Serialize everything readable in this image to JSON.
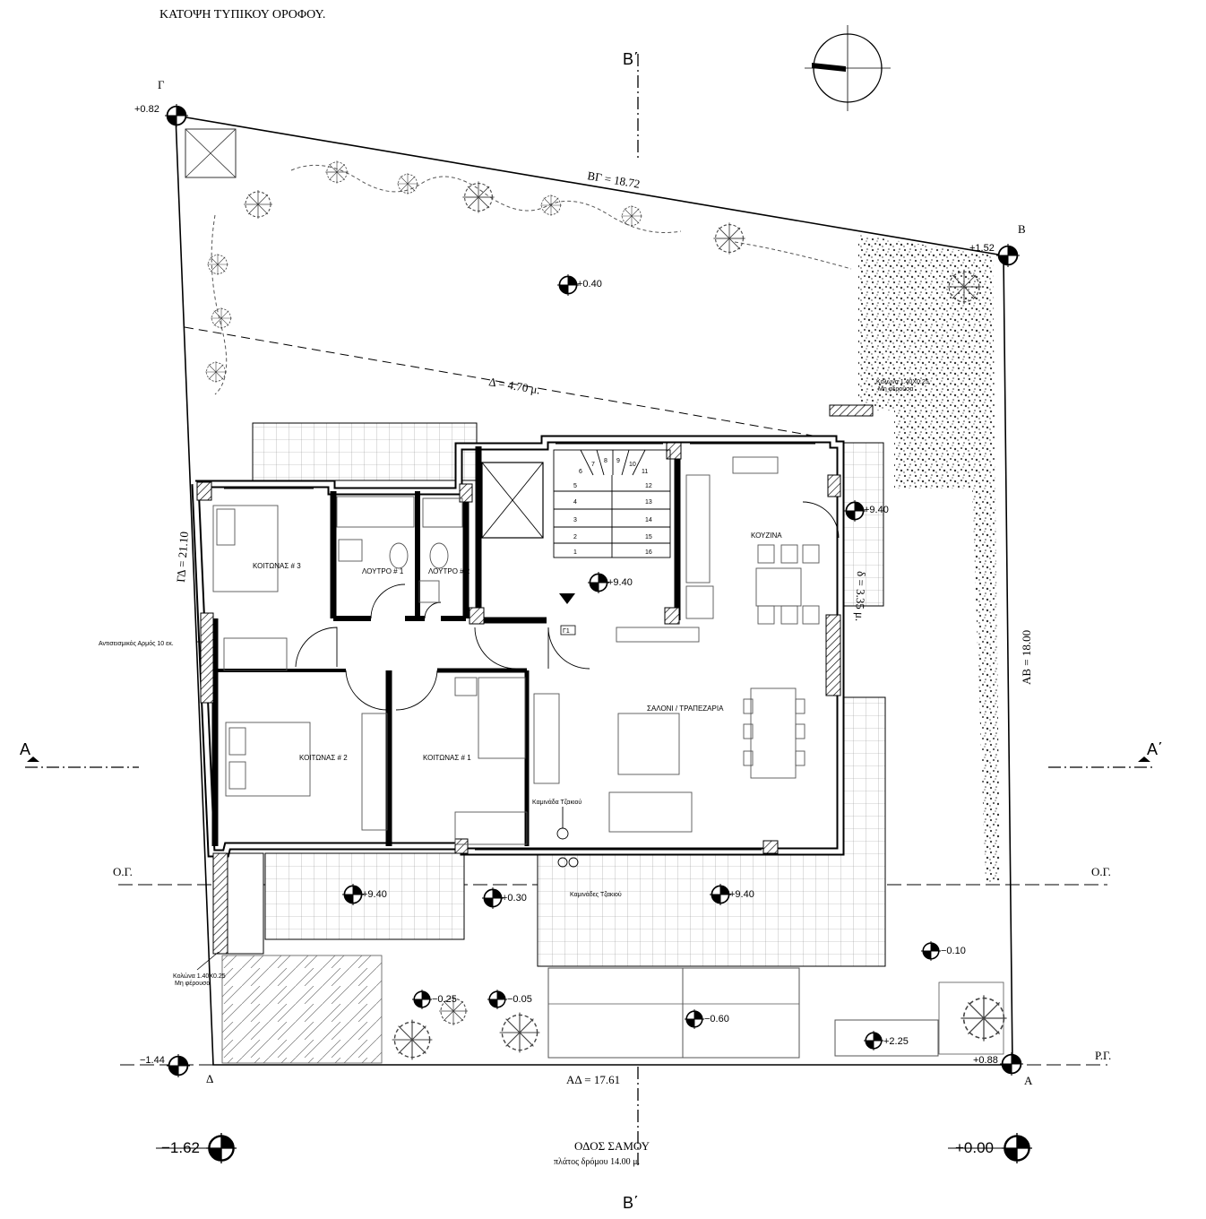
{
  "title": "ΚΑΤΟΨΗ ΤΥΠΙΚΟΥ ΟΡΟΦΟΥ.",
  "street": {
    "name": "ΟΔΟΣ ΣΑΜΟΥ",
    "width": "πλάτος δρόμου  14.00 μ."
  },
  "corners": {
    "g": "Γ",
    "b": "Β",
    "a": "Α",
    "d": "Δ"
  },
  "dimensions": {
    "bg": "ΒΓ = 18.72",
    "gd": "ΓΔ = 21.10",
    "ab": "ΑΒ = 18.00",
    "ad": "ΑΔ = 17.61",
    "delta": "Δ =  4.70  μ.",
    "delta2": "δ = 3.35 μ."
  },
  "sections": {
    "a_left": "Α",
    "a_right": "Α΄",
    "b_top": "Β΄",
    "b_bottom": "Β΄"
  },
  "lines": {
    "og_left": "Ο.Γ.",
    "og_right": "Ο.Γ.",
    "rg": "Ρ.Γ."
  },
  "levels": {
    "g": "+0.82",
    "b": "+1.52",
    "garden": "+0.40",
    "kitchen": "+9.40",
    "stair": "+9.40",
    "balcony_left": "+9.40",
    "balcony_right": "+9.40",
    "court": "+0.30",
    "side": "−0.10",
    "ground1": "−0.25",
    "ground2": "−0.05",
    "ground3": "−0.60",
    "planter": "+2.25",
    "d": "−1.44",
    "a": "+0.88",
    "street_left": "−1.62",
    "street_right": "+0.00"
  },
  "rooms": {
    "bedroom3": "ΚΟΙΤΩΝΑΣ # 3",
    "bath1": "ΛΟΥΤΡΟ # 1",
    "bath2": "ΛΟΥΤΡΟ # 2",
    "kitchen": "ΚΟΥΖΙΝΑ",
    "living": "ΣΑΛΟΝΙ / ΤΡΑΠΕΖΑΡΙΑ",
    "bedroom2": "ΚΟΙΤΩΝΑΣ # 2",
    "bedroom1": "ΚΟΙΤΩΝΑΣ # 1"
  },
  "notes": {
    "column_top_1": "Κολώνα 1.40Χ0.25",
    "column_top_2": "Μη φέρουσα",
    "column_bottom_1": "Κολώνα 1.40Χ0.25",
    "column_bottom_2": "Μη φέρουσα",
    "seismic": "Αντισεισμικός Αρμός 10 εκ.",
    "chimney": "Καμινάδα Τζακιού",
    "chimneys": "Καμινάδες Τζακιού",
    "stair_tag": "Γ1"
  },
  "stair_numbers": [
    "1",
    "2",
    "3",
    "4",
    "5",
    "6",
    "7",
    "8",
    "9",
    "10",
    "11",
    "12",
    "13",
    "14",
    "15",
    "16"
  ]
}
